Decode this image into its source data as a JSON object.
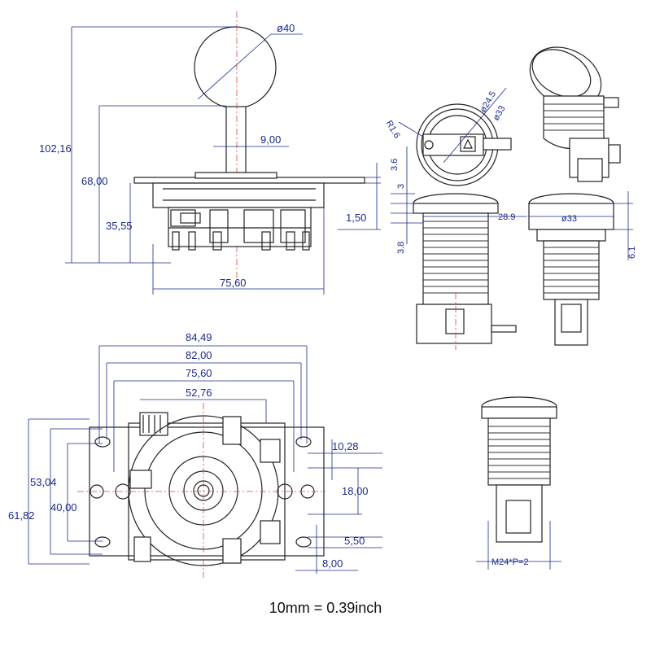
{
  "joystick_side": {
    "ball_diameter": "ø40",
    "total_height": "102,16",
    "shaft_height": "68,00",
    "shaft_diameter": "9,00",
    "base_height": "35,55",
    "plate_thickness": "1,50",
    "base_width": "75,60"
  },
  "joystick_top": {
    "width_outer": "84,49",
    "width_holes": "82,00",
    "width_body": "75,60",
    "width_inner": "52,76",
    "height_outer": "61,82",
    "height_mid": "53,04",
    "height_inner": "40,00",
    "dim_right_1": "10,28",
    "dim_right_2": "18,00",
    "dim_right_3": "5,50",
    "dim_right_4": "8,00"
  },
  "button_top": {
    "radius": "R1.6",
    "diameter_inner": "ø24.5",
    "diameter_outer": "ø33"
  },
  "button_side": {
    "dim_3_6": "3.6",
    "dim_3": "3",
    "dim_28_9": "28.9",
    "dim_3_8": "3.8",
    "dim_33": "ø33",
    "dim_6_1": "6.1"
  },
  "button_bottom": {
    "thread": "M24*P=2"
  },
  "caption": "10mm = 0.39inch"
}
